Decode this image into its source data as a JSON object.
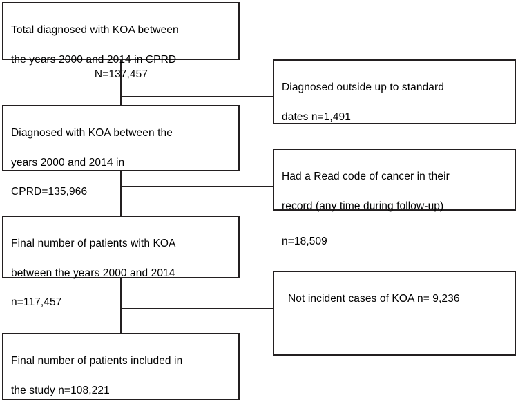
{
  "diagram": {
    "title": "CPRD knee osteoarthritis (KOA) cohort selection flow chart",
    "type": "flowchart",
    "line_color": "#231f20",
    "background_color": "#ffffff",
    "main_nodes": [
      {
        "id": "node-total-diagnosed",
        "line1": "Total diagnosed with KOA between",
        "line2": "the years 2000 and 2014 in CPRD",
        "line3": "N=137,457"
      },
      {
        "id": "node-diagnosed-cprd",
        "line1": "Diagnosed with KOA between the",
        "line2": "years 2000 and 2014 in",
        "line3": "CPRD=135,966"
      },
      {
        "id": "node-final-koa",
        "line1": "Final number of patients with KOA",
        "line2": "between the years 2000 and 2014",
        "line3": "n=117,457"
      },
      {
        "id": "node-final-included",
        "line1": "Final number of patients included in",
        "line2": "the study n=108,221",
        "line3": ""
      }
    ],
    "exclusion_nodes": [
      {
        "id": "node-excl-outside-dates",
        "line1": "Diagnosed outside up to standard",
        "line2": "dates n=1,491",
        "line3": ""
      },
      {
        "id": "node-excl-cancer",
        "line1": "Had a Read code of cancer in their",
        "line2": "record (any time during follow-up)",
        "line3": "n=18,509"
      },
      {
        "id": "node-excl-not-incident",
        "line1": "Not incident cases of KOA n= 9,236",
        "line2": "",
        "line3": ""
      }
    ]
  },
  "chart_data": {
    "type": "flowchart",
    "title": "CPRD knee osteoarthritis (KOA) cohort selection flow chart",
    "steps": [
      {
        "label": "Total diagnosed with KOA between the years 2000 and 2014 in CPRD",
        "symbol": "N",
        "value": 137457
      },
      {
        "label": "Diagnosed with KOA between the years 2000 and 2014 in CPRD",
        "symbol": "CPRD",
        "value": 135966
      },
      {
        "label": "Final number of patients with KOA between the years 2000 and 2014",
        "symbol": "n",
        "value": 117457
      },
      {
        "label": "Final number of patients included in the study",
        "symbol": "n",
        "value": 108221
      }
    ],
    "exclusions": [
      {
        "label": "Diagnosed outside up to standard dates",
        "symbol": "n",
        "value": 1491
      },
      {
        "label": "Had a Read code of cancer in their record (any time during follow-up)",
        "symbol": "n",
        "value": 18509
      },
      {
        "label": "Not incident cases of KOA",
        "symbol": "n",
        "value": 9236
      }
    ]
  }
}
